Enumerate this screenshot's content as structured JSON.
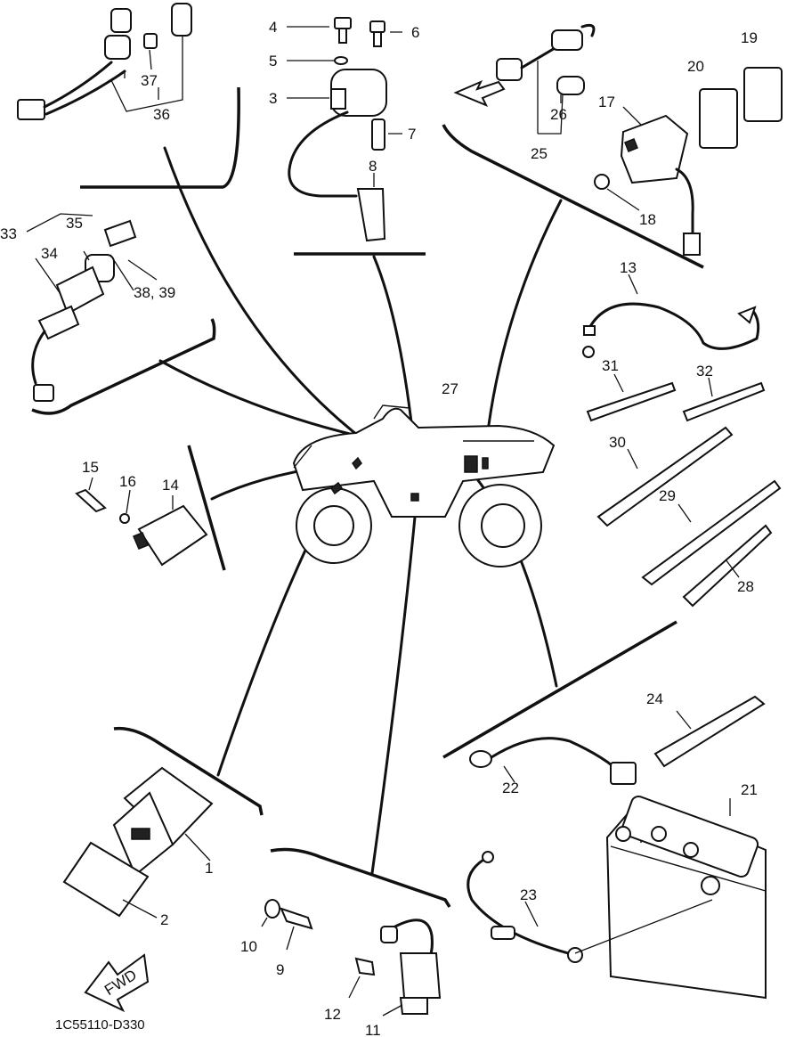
{
  "diagram": {
    "drawing_code": "1C55110-D330",
    "fwd_label": "FWD",
    "callouts": {
      "c1": "1",
      "c2": "2",
      "c3": "3",
      "c4": "4",
      "c5": "5",
      "c6": "6",
      "c7": "7",
      "c8": "8",
      "c9": "9",
      "c10": "10",
      "c11": "11",
      "c12": "12",
      "c13": "13",
      "c14": "14",
      "c15": "15",
      "c16": "16",
      "c17": "17",
      "c18": "18",
      "c19": "19",
      "c20": "20",
      "c21": "21",
      "c22": "22",
      "c23": "23",
      "c24": "24",
      "c25": "25",
      "c26": "26",
      "c27": "27",
      "c28": "28",
      "c29": "29",
      "c30": "30",
      "c31": "31",
      "c32": "32",
      "c33": "33",
      "c34": "34",
      "c35": "35",
      "c36": "36",
      "c37": "37",
      "c38_39": "38, 39"
    }
  }
}
